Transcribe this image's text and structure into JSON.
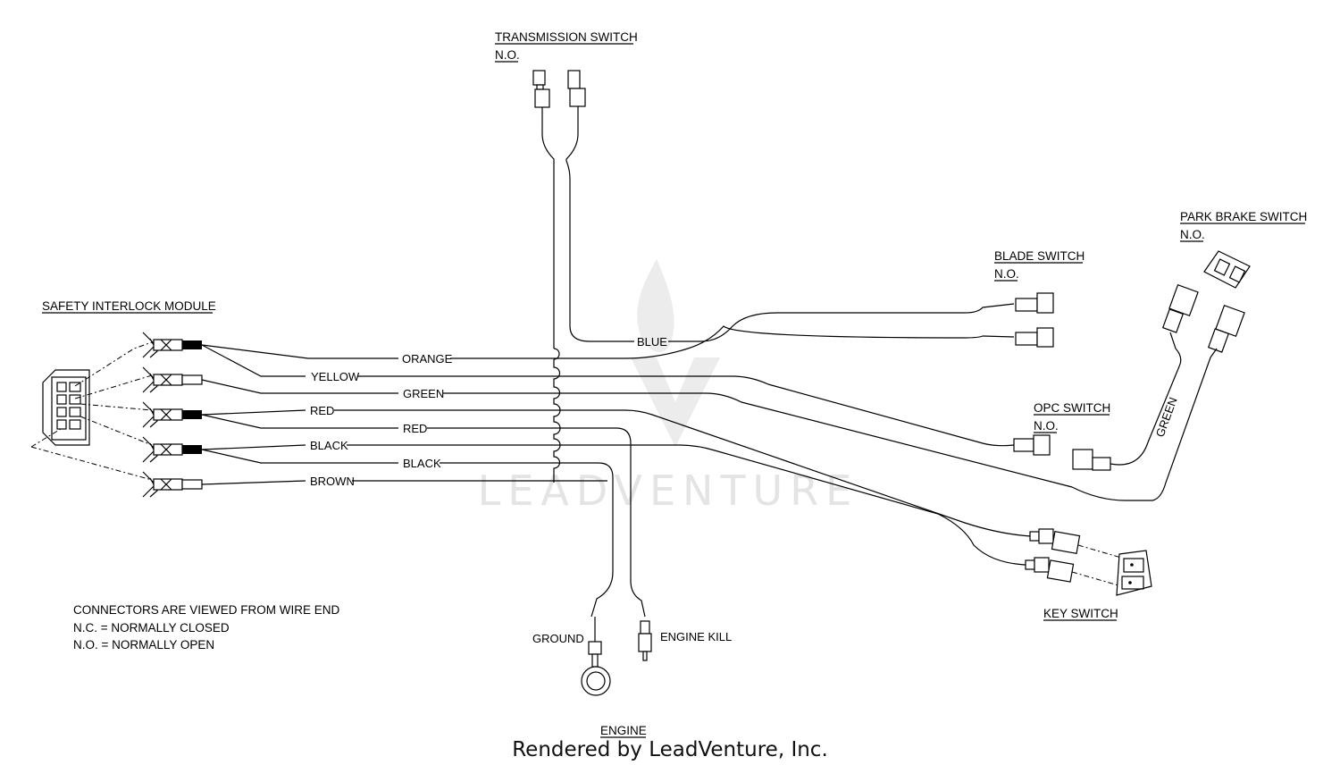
{
  "watermark": "LEADVENTURE",
  "footer": "Rendered by LeadVenture, Inc.",
  "components": {
    "transmission_switch": {
      "title": "TRANSMISSION SWITCH",
      "subtitle": "N.O."
    },
    "blade_switch": {
      "title": "BLADE SWITCH",
      "subtitle": "N.O."
    },
    "park_brake_switch": {
      "title": "PARK BRAKE SWITCH",
      "subtitle": "N.O."
    },
    "opc_switch": {
      "title": "OPC SWITCH",
      "subtitle": "N.O."
    },
    "safety_interlock_module": {
      "title": "SAFETY INTERLOCK MODULE"
    },
    "key_switch": {
      "title": "KEY SWITCH"
    },
    "engine": {
      "title": "ENGINE"
    }
  },
  "wires": {
    "orange": "ORANGE",
    "yellow": "YELLOW",
    "green": "GREEN",
    "red_1": "RED",
    "red_2": "RED",
    "black_1": "BLACK",
    "black_2": "BLACK",
    "brown": "BROWN",
    "blue": "BLUE",
    "green_vertical": "GREEN",
    "ground": "GROUND",
    "engine_kill": "ENGINE KILL"
  },
  "notes": [
    "CONNECTORS ARE VIEWED FROM WIRE END",
    "N.C. = NORMALLY CLOSED",
    "N.O. = NORMALLY OPEN"
  ]
}
